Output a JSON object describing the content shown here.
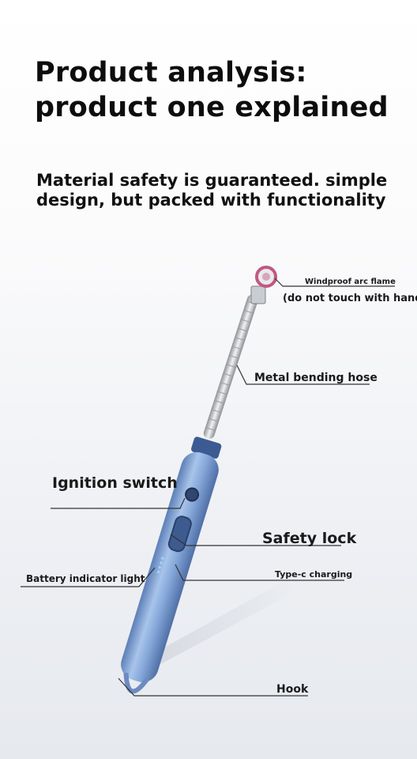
{
  "heading": {
    "line1": "Product analysis:",
    "line2": "product one explained"
  },
  "subheading": {
    "line1": "Material safety is guaranteed. simple",
    "line2": "design, but packed with functionality"
  },
  "callouts": {
    "windproof_arc_flame": "Windproof arc flame",
    "do_not_touch": "(do not touch with hand)",
    "metal_bending_hose": "Metal bending hose",
    "ignition_switch": "Ignition switch",
    "safety_lock": "Safety lock",
    "battery_indicator_light": "Battery indicator light",
    "type_c_charging": "Type-c charging",
    "hook": "Hook"
  },
  "colors": {
    "body_blue": "#7fa3d6",
    "ring_pink": "#c2587f",
    "leader_line": "#333333"
  }
}
